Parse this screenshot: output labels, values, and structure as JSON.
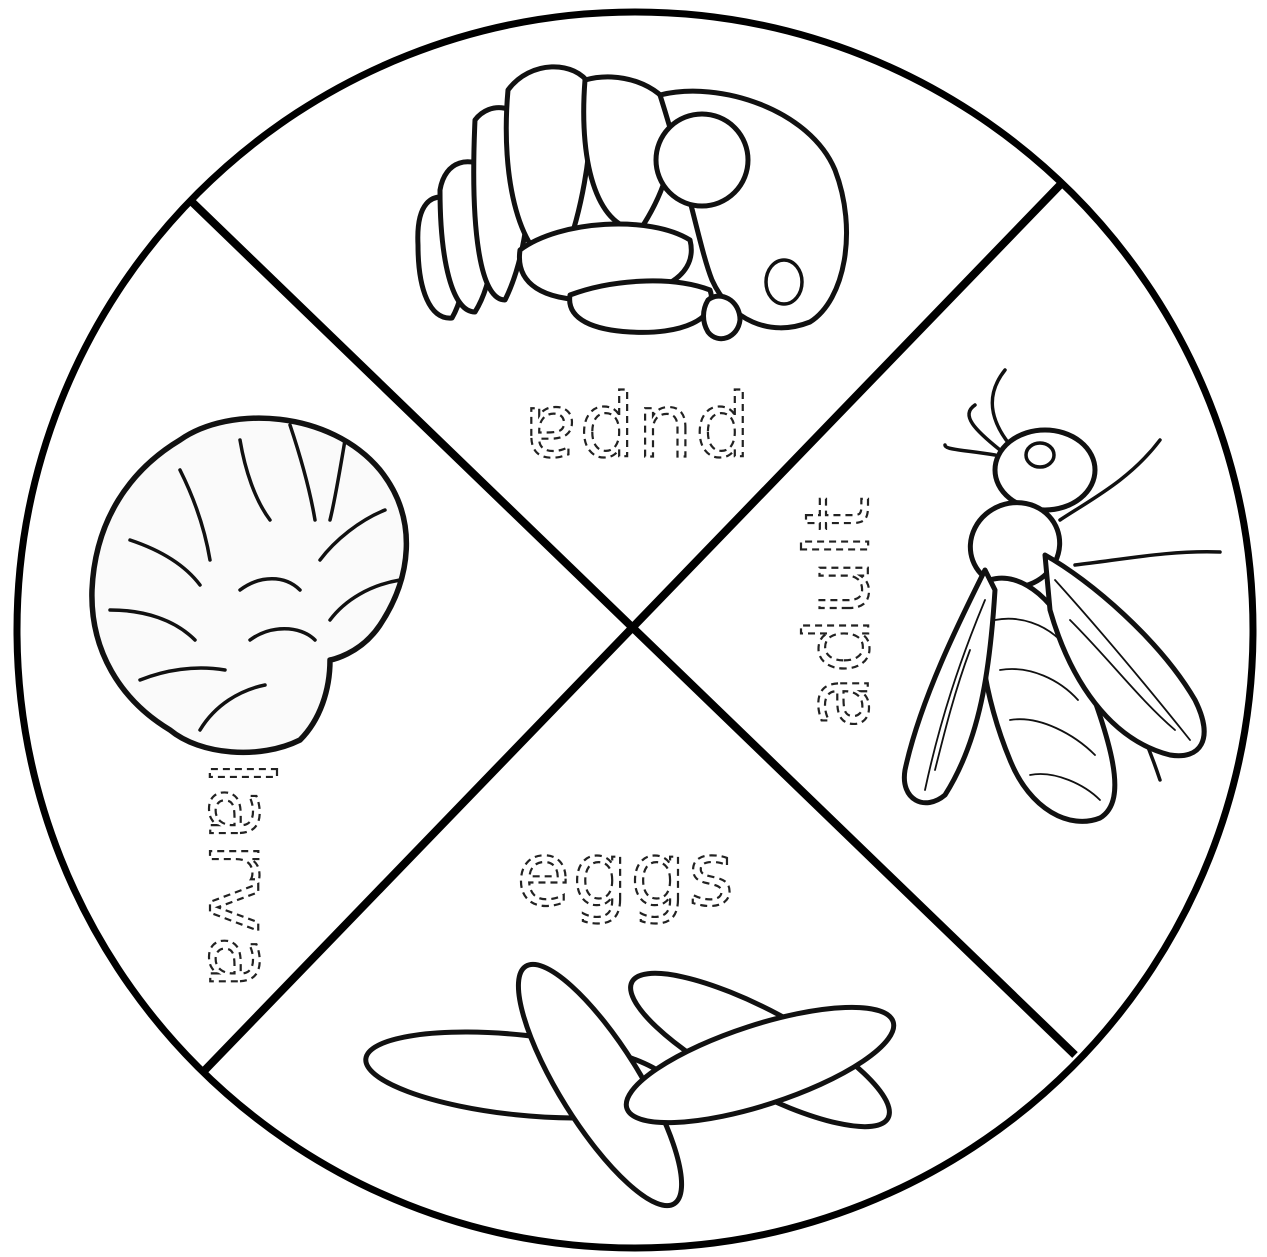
{
  "wheel": {
    "stages": [
      {
        "id": "pupa",
        "label": "pupa",
        "illustration": "pupa-icon"
      },
      {
        "id": "adult",
        "label": "adult",
        "illustration": "wasp-icon"
      },
      {
        "id": "eggs",
        "label": "eggs",
        "illustration": "eggs-icon"
      },
      {
        "id": "larva",
        "label": "larva",
        "illustration": "larva-icon"
      }
    ],
    "colors": {
      "ink": "#111111",
      "background": "#ffffff"
    }
  }
}
